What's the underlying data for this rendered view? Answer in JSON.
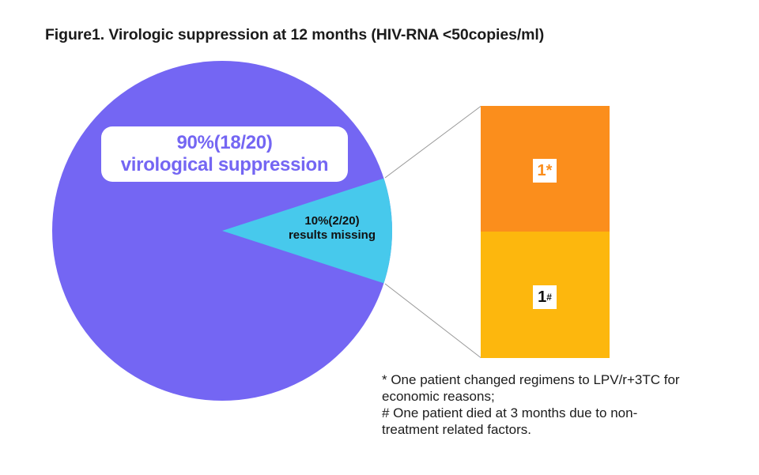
{
  "title": "Figure1. Virologic suppression at 12 months (HIV-RNA <50copies/ml)",
  "colors": {
    "background": "#ffffff",
    "purple": "#7466F3",
    "cyan": "#47C9EC",
    "orange": "#FB8E1C",
    "amber": "#FDB70D",
    "connector": "#999999",
    "text_dark": "#1b1b1b"
  },
  "chart_data": {
    "type": "pie",
    "title": "Figure1. Virologic suppression at 12 months (HIV-RNA <50copies/ml)",
    "total": 20,
    "legend_position": "none",
    "grid": false,
    "slices": [
      {
        "name": "virological suppression",
        "percent": 90,
        "count": 18,
        "percent_label": "90%(18/20)",
        "label": "virological suppression",
        "color": "#7466F3"
      },
      {
        "name": "results missing",
        "percent": 10,
        "count": 2,
        "percent_label": "10%(2/20)",
        "label": "results missing",
        "color": "#47C9EC"
      }
    ],
    "breakout_bar": {
      "description": "stacked breakout of the 2 missing results",
      "segments": [
        {
          "count": 1,
          "marker": "*",
          "color": "#FB8E1C"
        },
        {
          "count": 1,
          "marker": "#",
          "color": "#FDB70D"
        }
      ]
    },
    "footnote_lines": [
      "* One patient changed regimens to LPV/r+3TC for",
      "economic reasons;",
      "# One patient died at 3 months due to non-",
      "treatment related factors."
    ]
  }
}
